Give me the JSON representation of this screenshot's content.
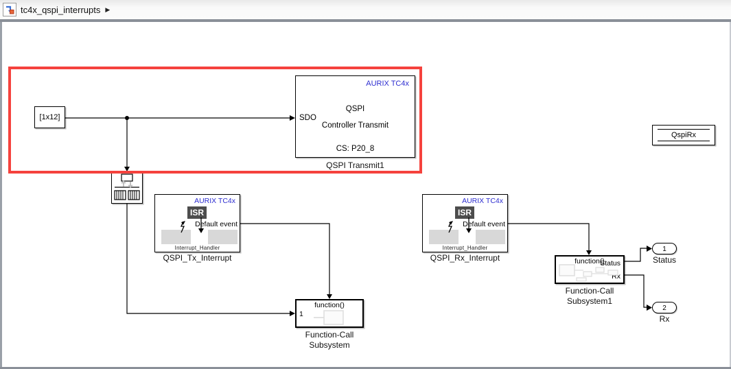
{
  "breadcrumb": {
    "title": "tc4x_qspi_interrupts",
    "arrow": "▶"
  },
  "colors": {
    "accent_blue": "#2d2dd0",
    "highlight_red": "#f5423d",
    "isr_box": "#4d4d4d",
    "pad_gray": "#d8d8d8"
  },
  "blocks": {
    "constant": {
      "value": "[1x12]"
    },
    "qspi_transmit": {
      "brand": "AURIX TC4x",
      "title": "QSPI",
      "subtitle": "Controller Transmit",
      "chip_select": "CS: P20_8",
      "port_in": "SDO",
      "label": "QSPI Transmit1"
    },
    "tx_interrupt": {
      "brand": "AURIX TC4x",
      "isr": "ISR",
      "event": "Default event",
      "handler": "Interrupt_Handler",
      "label": "QSPI_Tx_Interrupt"
    },
    "rx_interrupt": {
      "brand": "AURIX TC4x",
      "isr": "ISR",
      "event": "Default event",
      "handler": "Interrupt_Handler",
      "label": "QSPI_Rx_Interrupt"
    },
    "fcs": {
      "fn": "function()",
      "port_in": "1",
      "label1": "Function-Call",
      "label2": "Subsystem"
    },
    "fcs1": {
      "fn": "function()",
      "port_status": "Status",
      "port_rx": "Rx",
      "label1": "Function-Call",
      "label2": "Subsystem1"
    },
    "outport_status": {
      "num": "1",
      "label": "Status"
    },
    "outport_rx": {
      "num": "2",
      "label": "Rx"
    },
    "datastore": {
      "label": "QspiRx"
    }
  }
}
